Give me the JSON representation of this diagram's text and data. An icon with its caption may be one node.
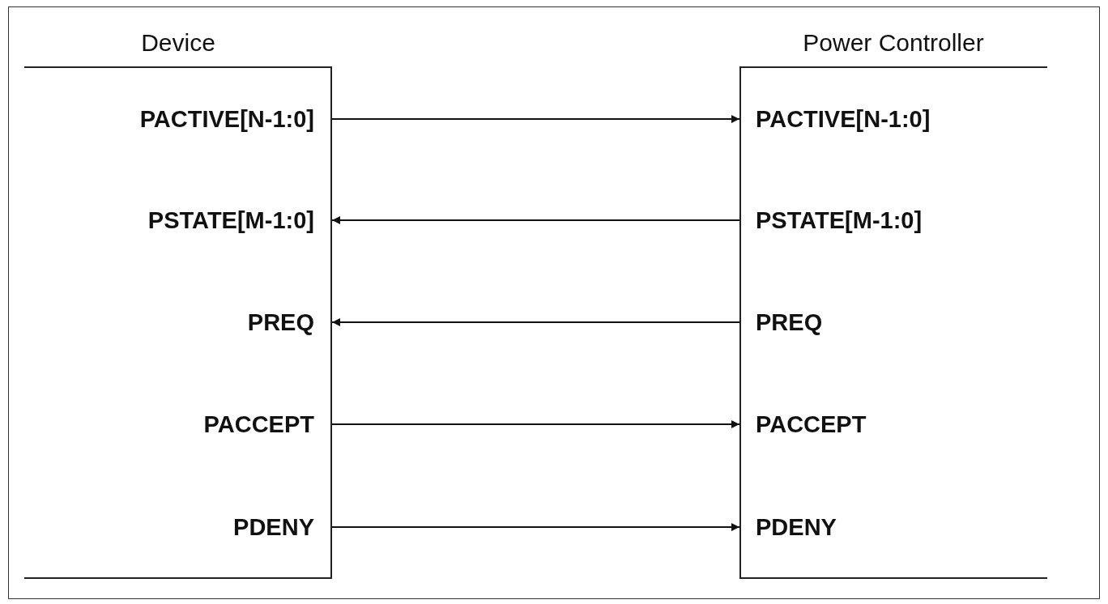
{
  "diagram": {
    "nodes": [
      {
        "text": [
          "Device"
        ]
      },
      {
        "text": [
          "PACTIVE[N-1:0]"
        ],
        "in": 0
      },
      {
        "text": [
          "PSTATE[M-1:0]"
        ],
        "in": 0
      },
      {
        "text": [
          "PREQ"
        ],
        "in": 0
      },
      {
        "text": [
          "PACCEPT"
        ],
        "in": 0
      },
      {
        "text": [
          "PDENY"
        ],
        "in": 0
      },
      {
        "text": [
          "Power Controller"
        ]
      },
      {
        "text": [
          "PACTIVE[N-1:0]"
        ],
        "in": 6
      },
      {
        "text": [
          "PSTATE[M-1:0]"
        ],
        "in": 6
      },
      {
        "text": [
          "PREQ"
        ],
        "in": 6
      },
      {
        "text": [
          "PACCEPT"
        ],
        "in": 6
      },
      {
        "text": [
          "PDENY"
        ],
        "in": 6
      }
    ],
    "edges": [
      {
        "from": 1,
        "to": 7,
        "arrow": "to"
      },
      {
        "from": 8,
        "to": 2,
        "arrow": "to"
      },
      {
        "from": 9,
        "to": 3,
        "arrow": "to"
      },
      {
        "from": 4,
        "to": 10,
        "arrow": "to"
      },
      {
        "from": 5,
        "to": 11,
        "arrow": "to"
      }
    ]
  }
}
